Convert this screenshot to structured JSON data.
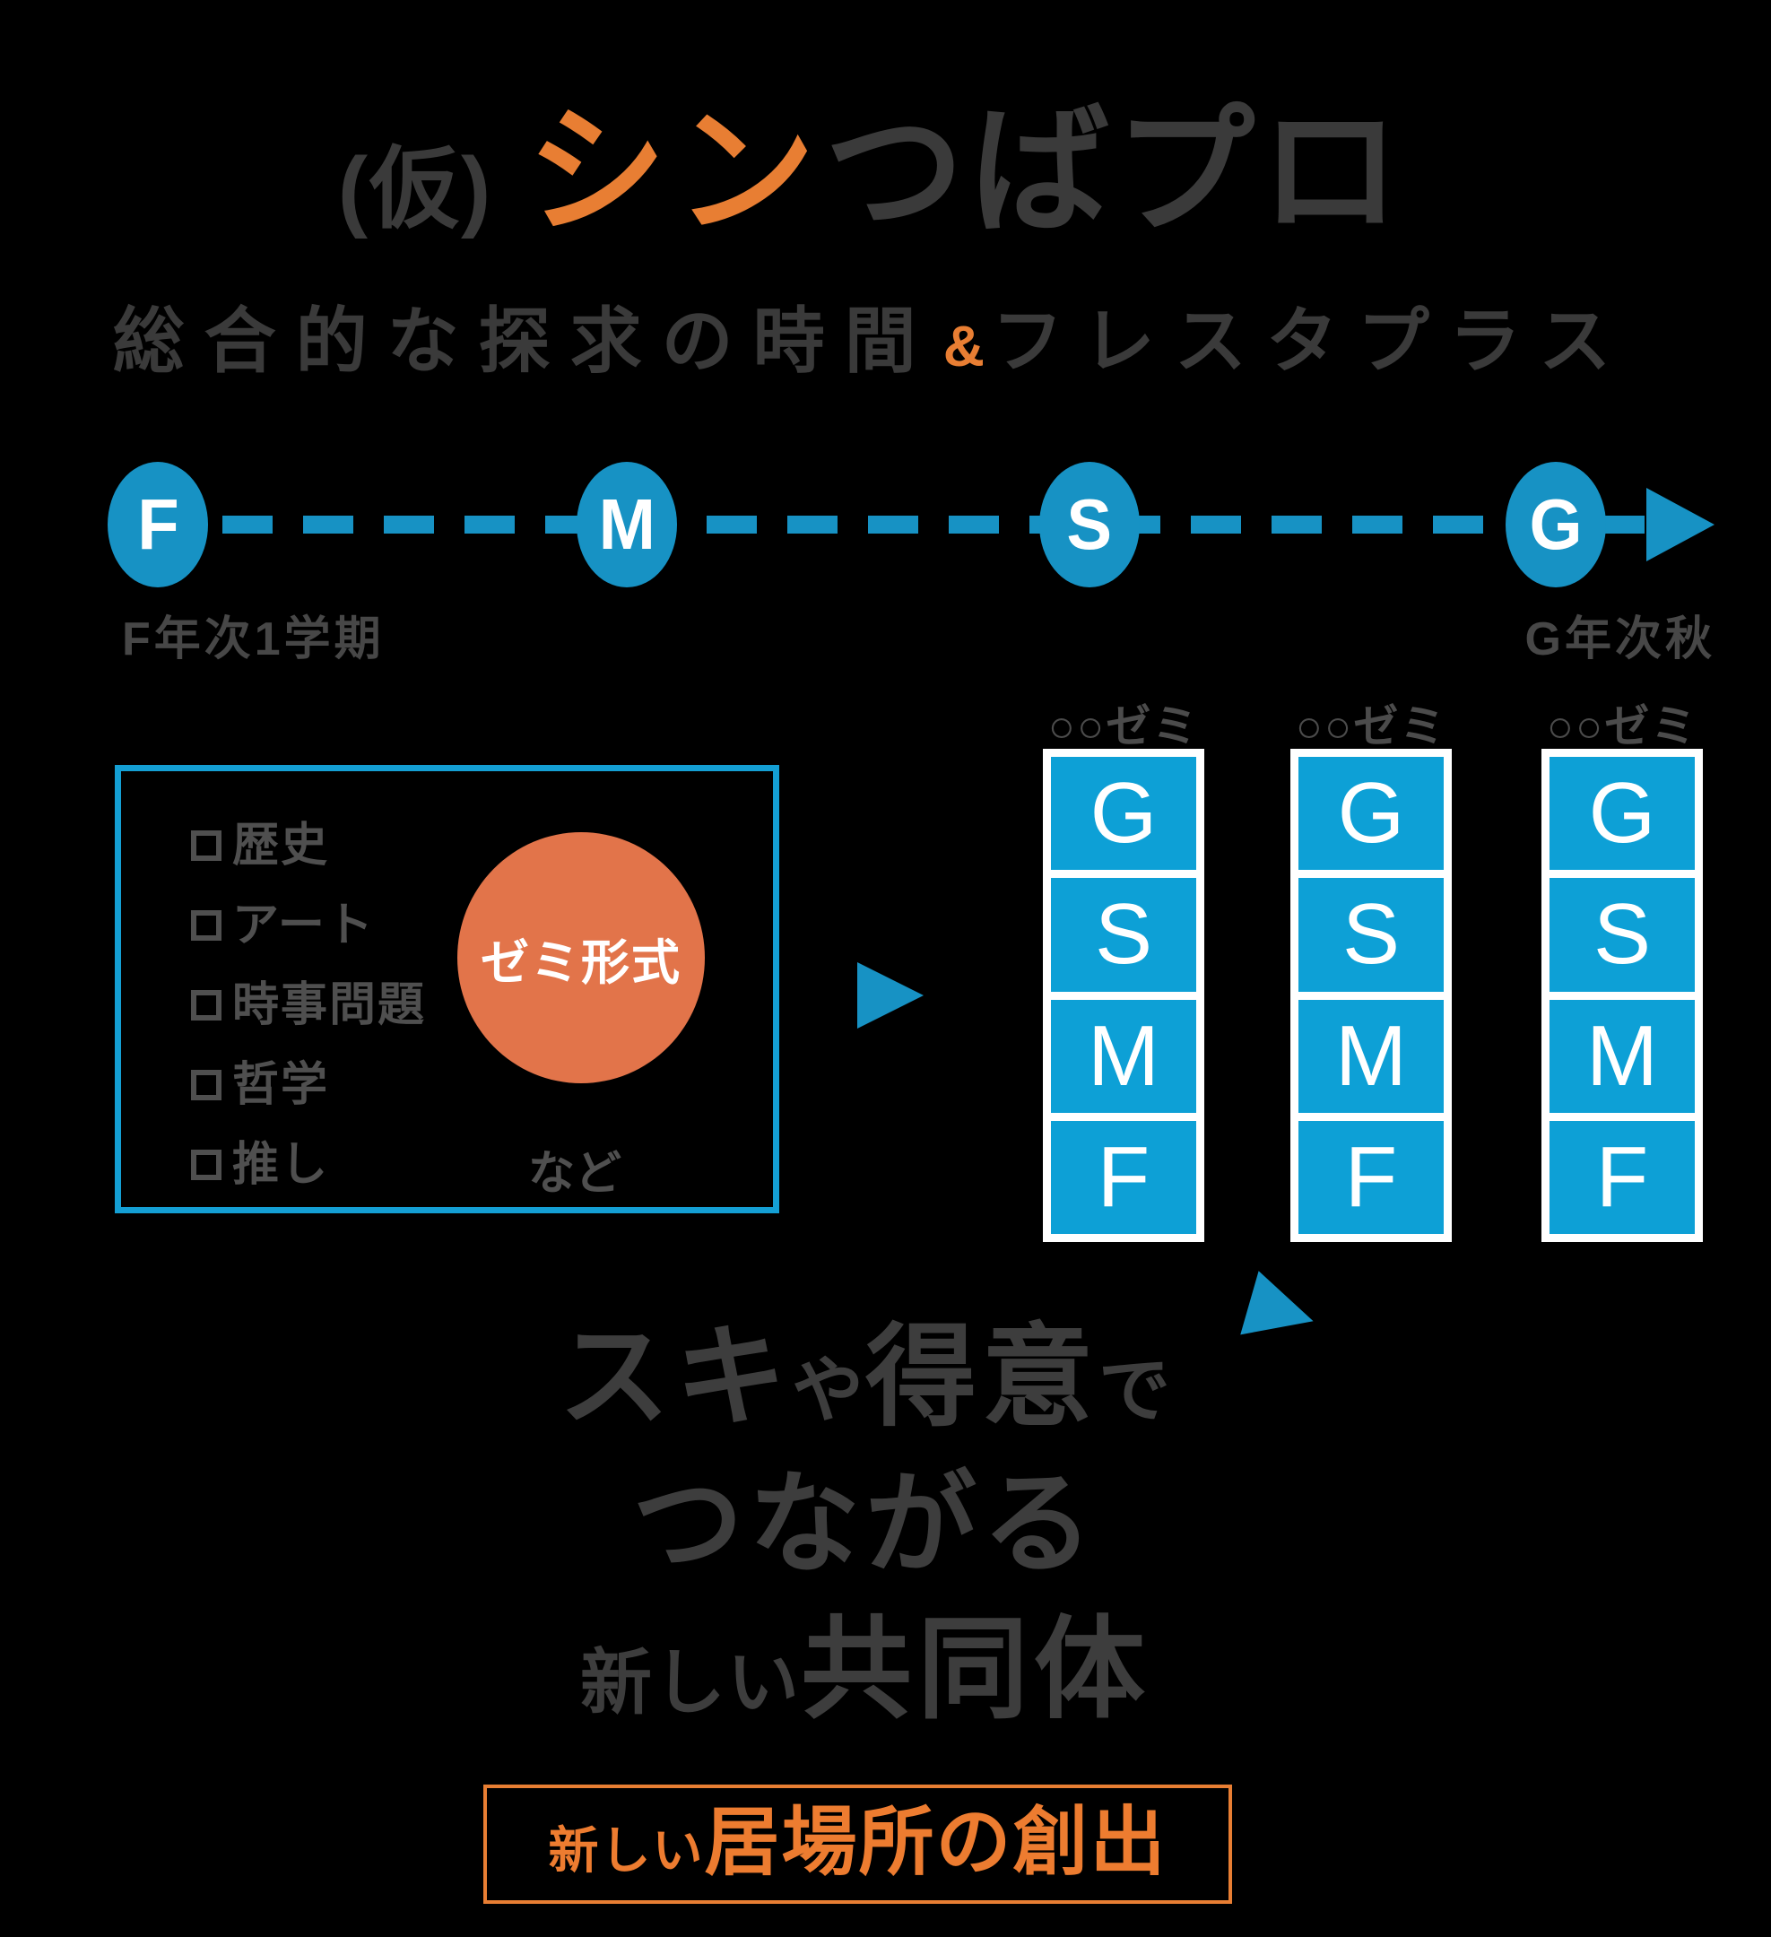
{
  "title": {
    "prefix": "(仮)",
    "highlight": "シン",
    "rest": "つばプロ"
  },
  "subtitle": {
    "left": "総合的な探求の時間",
    "ampersand": "&",
    "right": "フレスタプラス"
  },
  "timeline": {
    "nodes": [
      {
        "letter": "F"
      },
      {
        "letter": "M"
      },
      {
        "letter": "S"
      },
      {
        "letter": "G"
      }
    ],
    "start_label": "F年次1学期",
    "end_label": "G年次秋"
  },
  "topics_box": {
    "checkbox_symbol": "□",
    "items": [
      "歴史",
      "アート",
      "時事問題",
      "哲学",
      "推し"
    ],
    "bubble_label": "ゼミ形式",
    "etc_label": "など"
  },
  "seminars": {
    "header_label": "○○ゼミ",
    "columns": [
      {
        "cells": [
          "G",
          "S",
          "M",
          "F"
        ]
      },
      {
        "cells": [
          "G",
          "S",
          "M",
          "F"
        ]
      },
      {
        "cells": [
          "G",
          "S",
          "M",
          "F"
        ]
      }
    ]
  },
  "message": {
    "line1": [
      {
        "text": "スキ"
      },
      {
        "text": "や"
      },
      {
        "text": "得意"
      },
      {
        "text": "で"
      }
    ],
    "line2": "つながる",
    "line3_small": "新しい",
    "line3_big": "共同体"
  },
  "footer": {
    "small": "新しい",
    "big": "居場所の創出"
  },
  "colors": {
    "background": "#000000",
    "timeline_blue": "#1792c4",
    "cell_blue": "#0da0d6",
    "box_border_blue": "#149fd4",
    "orange": "#e87e33",
    "bubble_orange": "#e2744a",
    "footer_orange": "#ed7c30",
    "dark_gray": "#3a3a3a",
    "mid_gray": "#4f4f4f",
    "white": "#ffffff"
  }
}
